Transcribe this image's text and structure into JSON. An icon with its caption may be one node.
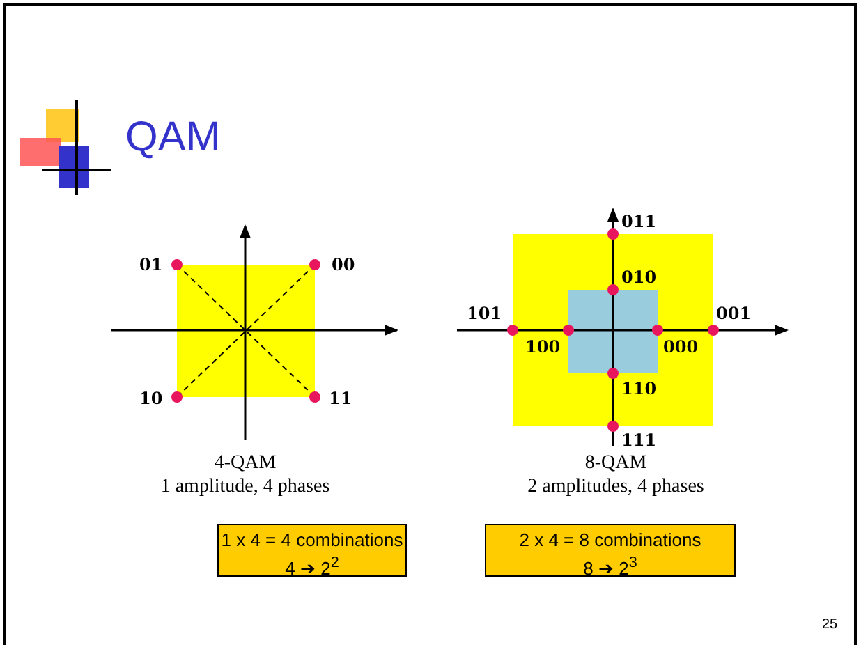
{
  "diagram": {
    "title": "QAM",
    "nodes": [
      {
        "text": [
          "1 x 4 = 4 combinations",
          "4 ➔ 2$^{2}$"
        ]
      },
      {
        "text": [
          "2 x 4 = 8 combinations",
          "8 ➔ 2$^{3}$"
        ]
      }
    ],
    "labels": [
      "01",
      "00",
      "10",
      "11",
      "4-QAM",
      "1 amplitude, 4 phases",
      "011",
      "010",
      "101",
      "001",
      "100",
      "000",
      "110",
      "111",
      "8-QAM",
      "2 amplitudes, 4 phases",
      "25"
    ]
  }
}
